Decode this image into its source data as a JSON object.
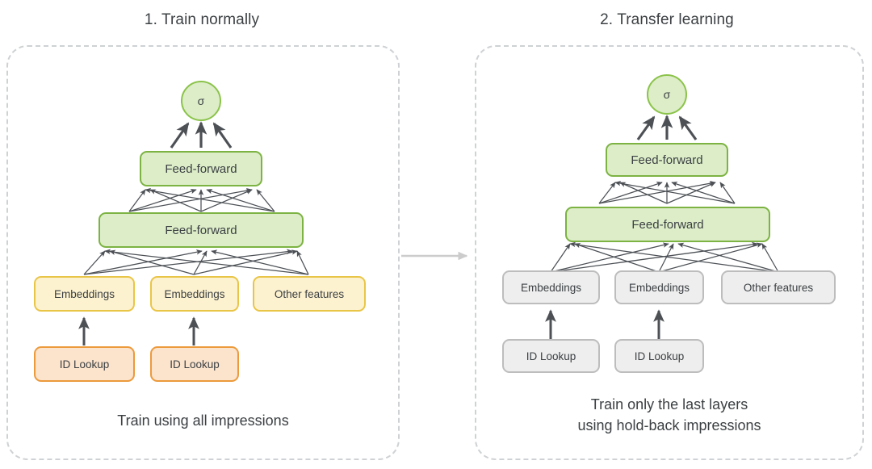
{
  "panels": [
    {
      "title": "1. Train normally",
      "caption": "Train using all impressions",
      "output_node": "σ",
      "layers": {
        "ff_top": "Feed-forward",
        "ff_wide": "Feed-forward",
        "features": [
          "Embeddings",
          "Embeddings",
          "Other features"
        ],
        "lookups": [
          "ID Lookup",
          "ID Lookup"
        ]
      },
      "colors": {
        "feed_forward": "#dcedc8",
        "feed_forward_border": "#7cb342",
        "features": "#fdf2cf",
        "features_border": "#e9c547",
        "lookups": "#fbe3cc",
        "lookups_border": "#ec9a3c",
        "sigma": "#dcedc8",
        "sigma_border": "#8bc34a"
      }
    },
    {
      "title": "2. Transfer learning",
      "caption": "Train only the last layers\nusing hold-back impressions",
      "output_node": "σ",
      "layers": {
        "ff_top": "Feed-forward",
        "ff_wide": "Feed-forward",
        "features": [
          "Embeddings",
          "Embeddings",
          "Other features"
        ],
        "lookups": [
          "ID Lookup",
          "ID Lookup"
        ]
      },
      "colors": {
        "feed_forward": "#dcedc8",
        "feed_forward_border": "#7cb342",
        "features": "#eeeeee",
        "features_border": "#bdbdbd",
        "lookups": "#eeeeee",
        "lookups_border": "#bdbdbd",
        "sigma": "#dcedc8",
        "sigma_border": "#8bc34a"
      }
    }
  ],
  "transition": {
    "icon": "right-arrow-icon",
    "color": "#cccccc"
  },
  "panel_border_color": "#cfd2d4",
  "edge_color": "#4d5156"
}
